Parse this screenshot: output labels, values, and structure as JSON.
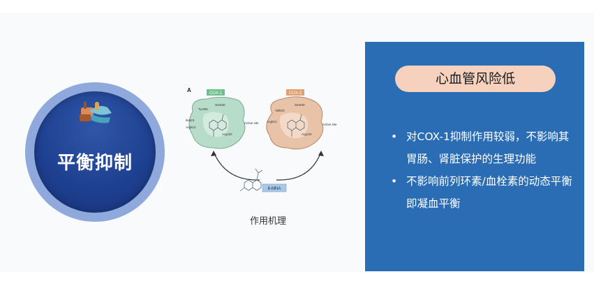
{
  "left_badge": {
    "title": "平衡抑制",
    "icon": "hand-with-pill-icon"
  },
  "figure": {
    "panel_letter": "A",
    "cox1_label": "COX-1",
    "cox2_label": "COX-2",
    "active_site_label": "Active site",
    "center_label": "6-MNA",
    "cox1_residues": [
      "Ile523",
      "Ser530",
      "Arg513",
      "Tyr355",
      "Arg120"
    ],
    "cox2_residues": [
      "Val523",
      "Ser530",
      "Arg513",
      "Arg120"
    ],
    "caption": "作用机理",
    "colors": {
      "cox1": "#b7dcc9",
      "cox2": "#e8c3a8"
    }
  },
  "right_panel": {
    "pill_title": "心血管风险低",
    "bullets": [
      "对COX-1抑制作用较弱，不影响其胃肠、肾脏保护的生理功能",
      "不影响前列环素/血栓素的动态平衡即凝血平衡"
    ],
    "colors": {
      "panel": "#2b6db5",
      "pill": "#f6d2be"
    }
  }
}
